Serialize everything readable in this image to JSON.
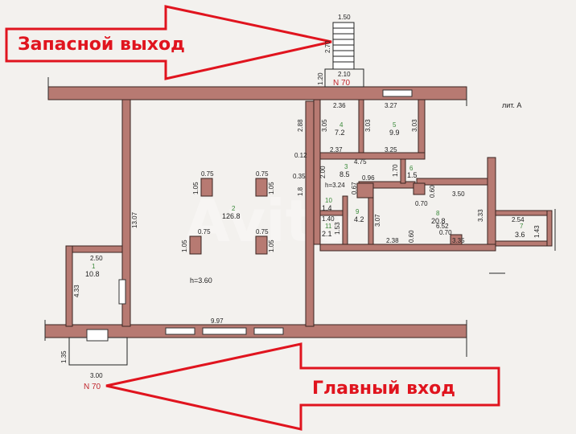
{
  "callouts": {
    "emergency_exit": "Запасной выход",
    "main_entrance": "Главный вход"
  },
  "labels": {
    "house_top": "N 70",
    "house_bottom": "N 70",
    "liter": "лит. А",
    "watermark": "Avito",
    "height_main": "h=3.60",
    "height_room3": "h=3.24"
  },
  "rooms": {
    "r1": {
      "num": "1",
      "area": "10.8"
    },
    "r2": {
      "num": "2",
      "area": "126.8"
    },
    "r3": {
      "num": "3",
      "area": "8.5"
    },
    "r4": {
      "num": "4",
      "area": "7.2"
    },
    "r5": {
      "num": "5",
      "area": "9.9"
    },
    "r6": {
      "num": "6",
      "area": "1.5"
    },
    "r7": {
      "num": "7",
      "area": "3.6"
    },
    "r8": {
      "num": "8",
      "area": "20.8"
    },
    "r9": {
      "num": "9",
      "area": "4.2"
    },
    "r10": {
      "num": "10",
      "area": "1.4"
    },
    "r11": {
      "num": "11",
      "area": "2.1"
    }
  },
  "dims": {
    "stair_w": "1.50",
    "stair_h": "2.70",
    "landing_w": "2.10",
    "landing_h": "1.20",
    "d236": "2.36",
    "d327": "3.27",
    "d288": "2.88",
    "d305": "3.05",
    "d303a": "3.03",
    "d303b": "3.03",
    "d012": "0.12",
    "d237": "2.37",
    "d325": "3.25",
    "d475": "4.75",
    "d035": "0.35",
    "d200": "2.00",
    "d096": "0.96",
    "d170": "1.70",
    "d067": "0.67",
    "d18": "1.8",
    "d070a": "0.70",
    "d350": "3.50",
    "d060a": "0.60",
    "d333": "3.33",
    "d254": "2.54",
    "d143": "1.43",
    "d140": "1.40",
    "d307": "3.07",
    "d652": "6.52",
    "d070b": "0.70",
    "d153": "1.53",
    "d238": "2.38",
    "d060b": "0.60",
    "d335": "3.35",
    "col_w1": "0.75",
    "col_w2": "0.75",
    "col_w3": "0.75",
    "col_w4": "0.75",
    "col_h1": "1.05",
    "col_h2": "1.05",
    "col_h3": "1.05",
    "col_h4": "1.05",
    "d1307": "13.07",
    "d250": "2.50",
    "d433": "4.33",
    "d997": "9.97",
    "d135": "1.35",
    "d300": "3.00"
  },
  "colors": {
    "wall": "#b77a72",
    "callout": "#e0141e"
  }
}
